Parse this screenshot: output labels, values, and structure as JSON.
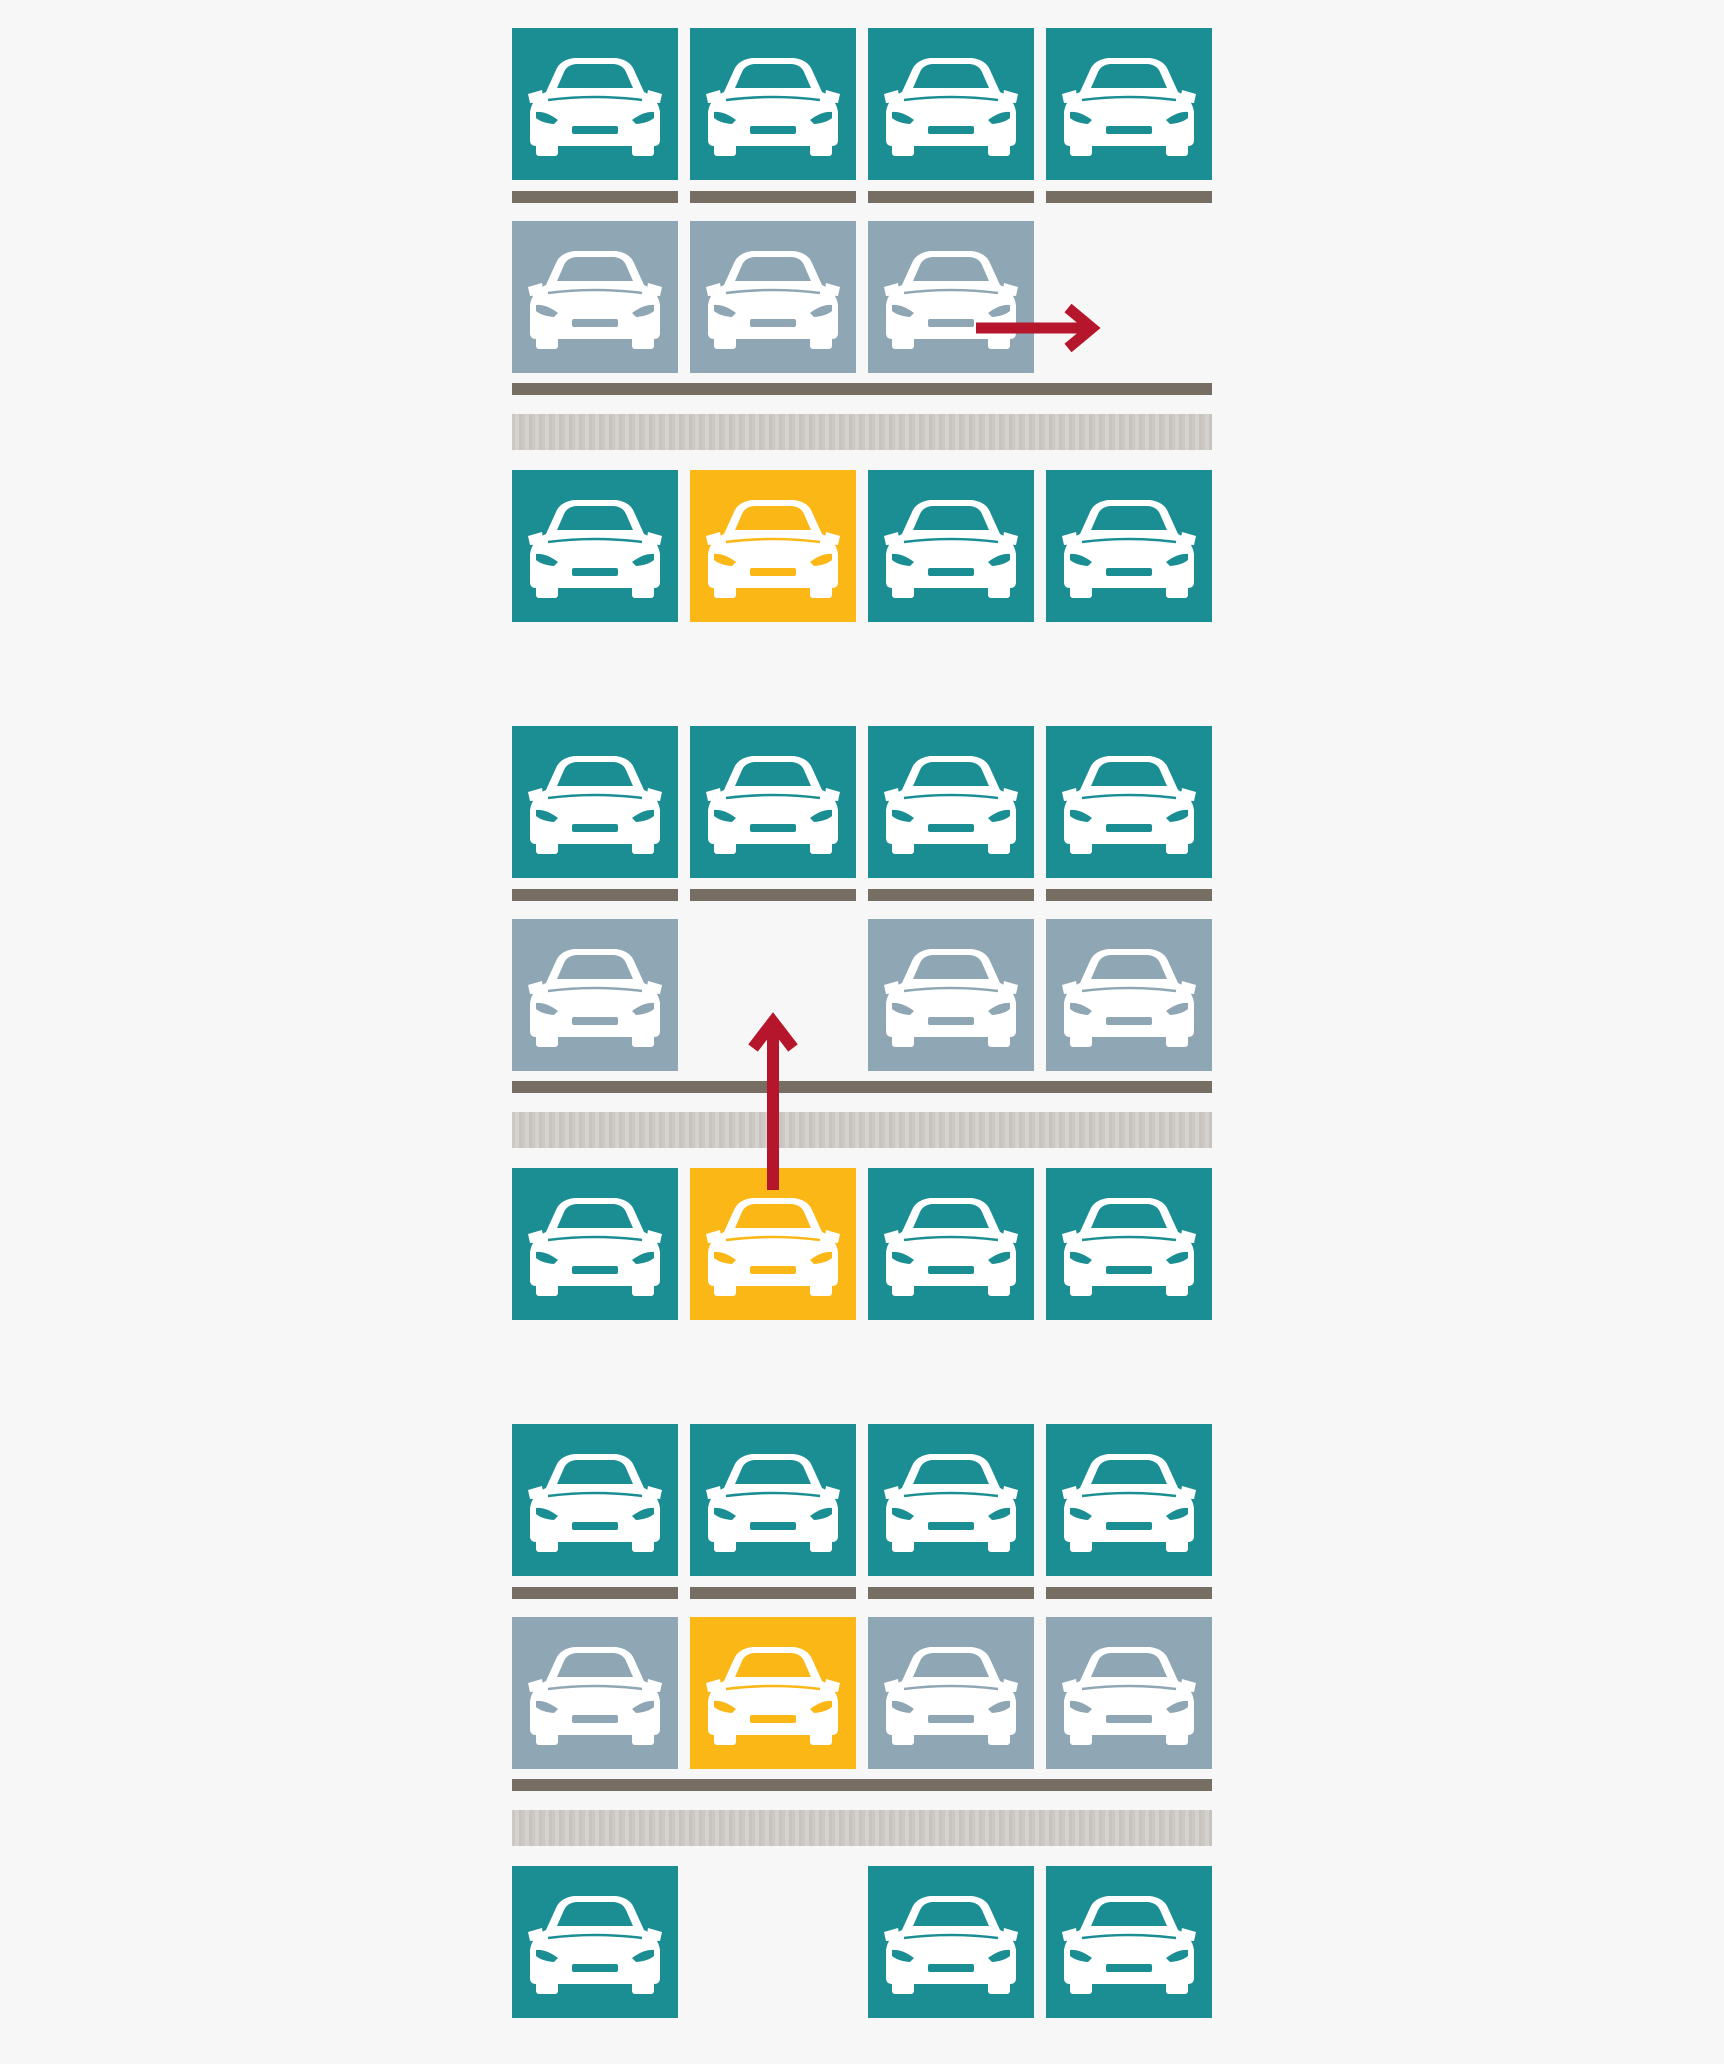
{
  "colors": {
    "background": "#f7f7f7",
    "upper_row": "#1b8e94",
    "middle_row": "#8fa6b4",
    "target_car": "#fbb716",
    "beam": "#776e63",
    "lane": "#d0cdc8",
    "arrow": "#b5162b",
    "car_body": "#ffffff"
  },
  "icon": "car-front-icon",
  "steps": [
    {
      "upper": [
        "teal",
        "teal",
        "teal",
        "teal"
      ],
      "middle": [
        "gray",
        "gray",
        "gray",
        null
      ],
      "lower": [
        "teal",
        "yellow",
        "teal",
        "teal"
      ],
      "upper_beams": "split",
      "middle_beams": "continuous",
      "arrow": "right"
    },
    {
      "upper": [
        "teal",
        "teal",
        "teal",
        "teal"
      ],
      "middle": [
        "gray",
        null,
        "gray",
        "gray"
      ],
      "lower": [
        "teal",
        "yellow",
        "teal",
        "teal"
      ],
      "upper_beams": "split",
      "middle_beams": "continuous",
      "arrow": "up"
    },
    {
      "upper": [
        "teal",
        "teal",
        "teal",
        "teal"
      ],
      "middle": [
        "gray",
        "yellow",
        "gray",
        "gray"
      ],
      "lower": [
        "teal",
        null,
        "teal",
        "teal"
      ],
      "upper_beams": "split",
      "middle_beams": "continuous",
      "arrow": null
    }
  ]
}
